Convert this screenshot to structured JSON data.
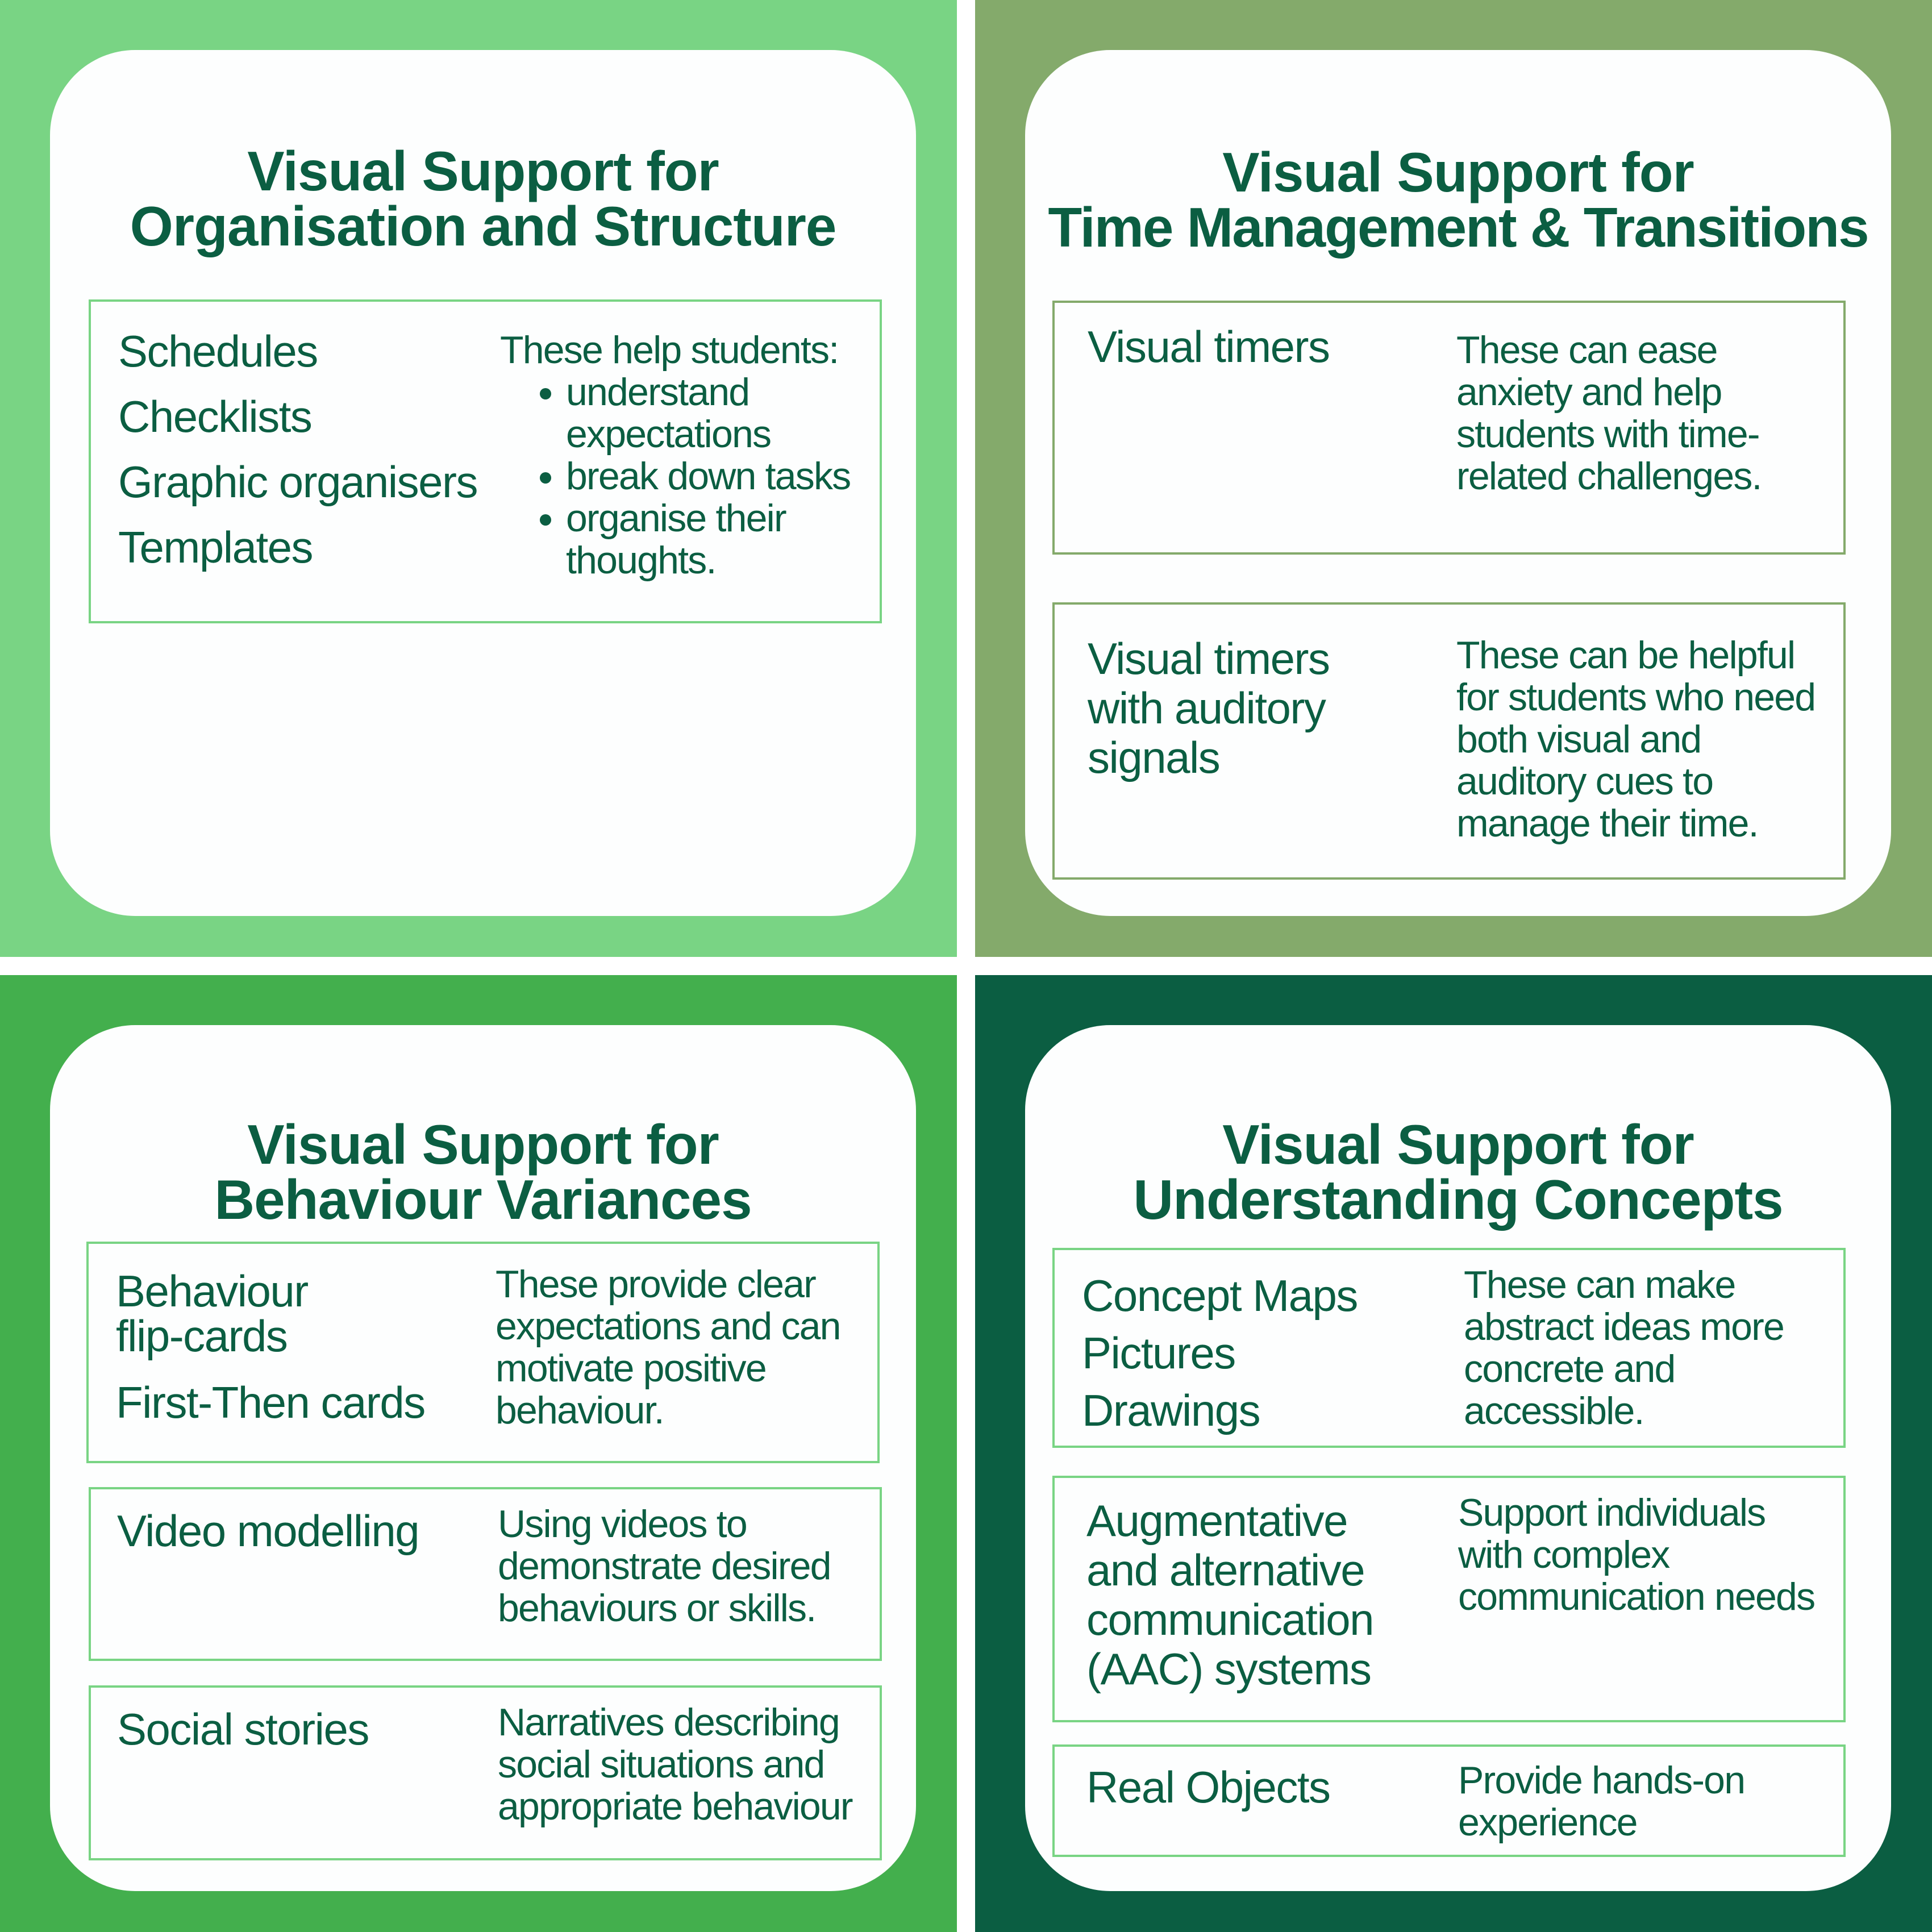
{
  "colors": {
    "quadrant_1_bg": "#79D484",
    "quadrant_2_bg": "#84AA6B",
    "quadrant_3_bg": "#43AF4D",
    "quadrant_4_bg": "#0B5E42",
    "text": "#0B5E42",
    "card_bg": "#FDFEFE"
  },
  "panels": [
    {
      "title_line1": "Visual Support for",
      "title_line2": "Organisation and Structure",
      "boxes": [
        {
          "left_items": [
            "Schedules",
            "Checklists",
            "Graphic organisers",
            "Templates"
          ],
          "right_intro": "These help students:",
          "right_bullets": [
            [
              "understand",
              "expectations"
            ],
            [
              "break down tasks"
            ],
            [
              "organise their",
              "thoughts."
            ]
          ]
        }
      ]
    },
    {
      "title_line1": "Visual Support for",
      "title_line2": "Time Management & Transitions",
      "boxes": [
        {
          "left_lines": [
            "Visual timers"
          ],
          "right_lines": [
            "These can ease",
            "anxiety and help",
            "students with time-",
            "related challenges."
          ]
        },
        {
          "left_lines": [
            "Visual timers",
            "with auditory",
            "signals"
          ],
          "right_lines": [
            "These can be helpful",
            "for students who need",
            "both visual and",
            "auditory cues to",
            "manage their time."
          ]
        }
      ]
    },
    {
      "title_line1": "Visual Support for",
      "title_line2": "Behaviour Variances",
      "boxes": [
        {
          "left_lines": [
            "Behaviour",
            "flip-cards",
            "First-Then cards"
          ],
          "right_lines": [
            "These provide clear",
            "expectations and can",
            "motivate positive",
            "behaviour."
          ]
        },
        {
          "left_lines": [
            "Video modelling"
          ],
          "right_lines": [
            "Using videos to",
            "demonstrate desired",
            "behaviours or skills."
          ]
        },
        {
          "left_lines": [
            "Social stories"
          ],
          "right_lines": [
            "Narratives describing",
            "social situations and",
            "appropriate behaviour"
          ]
        }
      ]
    },
    {
      "title_line1": "Visual Support for",
      "title_line2": "Understanding Concepts",
      "boxes": [
        {
          "left_lines": [
            "Concept Maps",
            "Pictures",
            "Drawings"
          ],
          "right_lines": [
            "These can make",
            "abstract ideas more",
            "concrete and",
            "accessible."
          ]
        },
        {
          "left_lines": [
            "Augmentative",
            "and alternative",
            "communication",
            "(AAC) systems"
          ],
          "right_lines": [
            "Support individuals",
            "with complex",
            "communication needs"
          ]
        },
        {
          "left_lines": [
            "Real Objects"
          ],
          "right_lines": [
            "Provide hands-on",
            "experience"
          ]
        }
      ]
    }
  ]
}
